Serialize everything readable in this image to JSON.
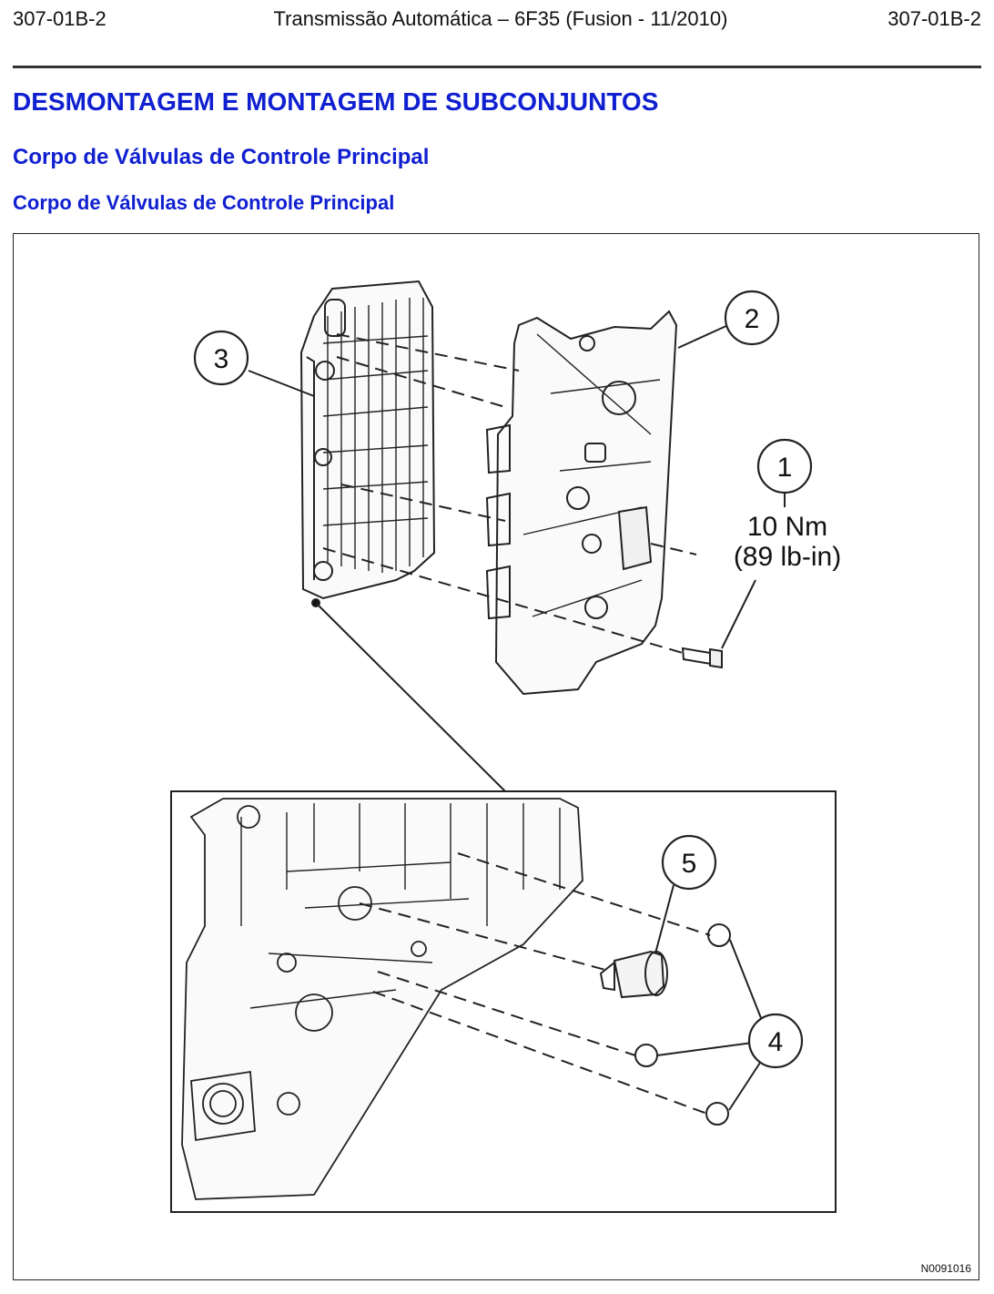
{
  "header": {
    "code_left": "307-01B-2",
    "title": "Transmissão Automática – 6F35 (Fusion - 11/2010)",
    "code_right": "307-01B-2"
  },
  "headings": {
    "section": "DESMONTAGEM E MONTAGEM DE SUBCONJUNTOS",
    "subsection": "Corpo de Válvulas de Controle Principal",
    "figure_title": "Corpo de Válvulas de Controle Principal"
  },
  "figure": {
    "callouts": {
      "c1": "1",
      "c2": "2",
      "c3": "3",
      "c4": "4",
      "c5": "5"
    },
    "torque_nm": "10 Nm",
    "torque_lbin": "(89 lb-in)",
    "figure_id": "N0091016"
  }
}
